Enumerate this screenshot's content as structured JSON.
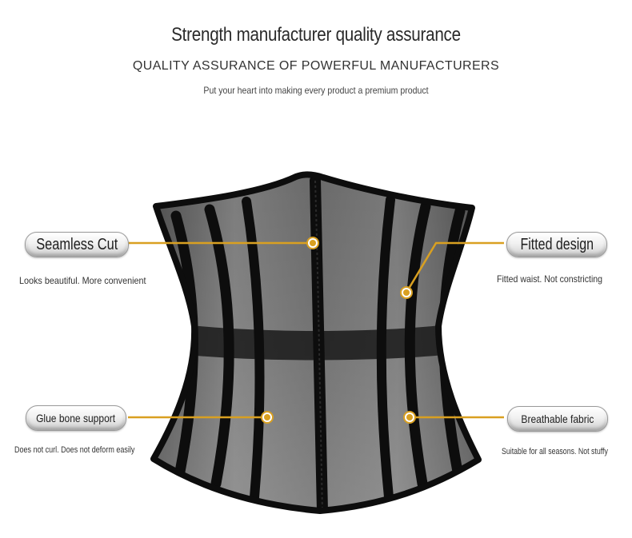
{
  "header": {
    "title": "Strength manufacturer quality assurance",
    "subtitle": "QUALITY ASSURANCE OF POWERFUL MANUFACTURERS",
    "tagline": "Put your heart into making every product a premium product"
  },
  "features": [
    {
      "label": "Seamless Cut",
      "description": "Looks beautiful. More convenient"
    },
    {
      "label": "Fitted design",
      "description": "Fitted waist. Not constricting"
    },
    {
      "label": "Glue bone support",
      "description": "Does not curl. Does not deform easily"
    },
    {
      "label": "Breathable fabric",
      "description": "Suitable for all seasons. Not stuffy"
    }
  ],
  "colors": {
    "accent": "#d9a021",
    "fabric": "#2f2f2f",
    "trim": "#0d0d0d"
  }
}
